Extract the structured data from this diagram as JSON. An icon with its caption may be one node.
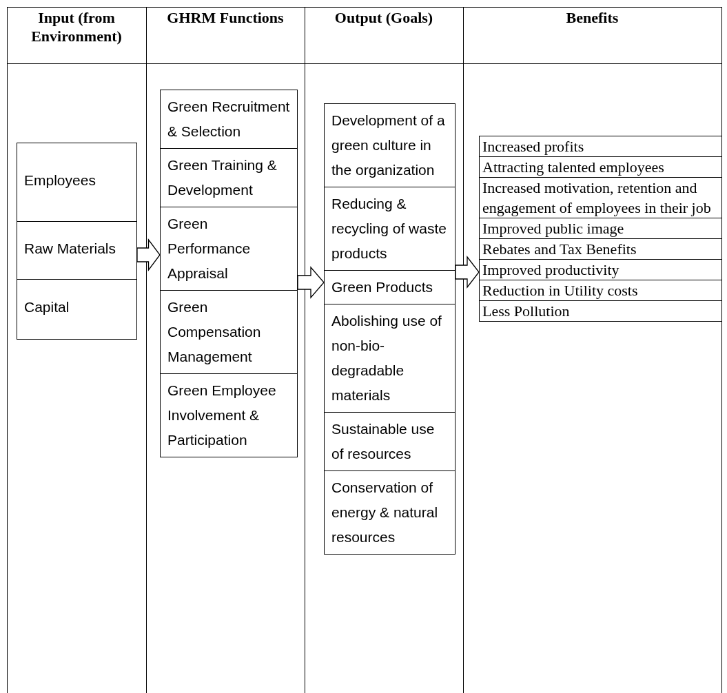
{
  "diagram": {
    "nodes": [
      {
        "text": [],
        "shape": "box"
      },
      {
        "text": [
          "Employees"
        ],
        "in": 0
      },
      {
        "text": [
          "Raw Materials"
        ],
        "in": 0
      },
      {
        "text": [
          "Capital"
        ],
        "in": 0
      },
      {
        "text": [],
        "shape": "box"
      },
      {
        "text": [
          "Green Recruitment & Selection"
        ],
        "in": 4
      },
      {
        "text": [
          "Green Training & Development"
        ],
        "in": 4
      },
      {
        "text": [
          "Green Performance Appraisal"
        ],
        "in": 4
      },
      {
        "text": [
          "Green Compensation Management"
        ],
        "in": 4
      },
      {
        "text": [
          "Green Employee Involvement & Participation"
        ],
        "in": 4
      },
      {
        "text": [],
        "shape": "box"
      },
      {
        "text": [
          "Development of a green culture in the organization"
        ],
        "in": 10
      },
      {
        "text": [
          "Reducing & recycling of waste products"
        ],
        "in": 10
      },
      {
        "text": [
          "Green Products"
        ],
        "in": 10
      },
      {
        "text": [
          "Abolishing use of non-bio-degradable materials"
        ],
        "in": 10
      },
      {
        "text": [
          "Sustainable use of resources"
        ],
        "in": 10
      },
      {
        "text": [
          "Conservation of energy & natural resources"
        ],
        "in": 10
      },
      {
        "text": [],
        "shape": "box"
      },
      {
        "text": [
          "Increased profits"
        ],
        "in": 17
      },
      {
        "text": [
          "Attracting talented employees"
        ],
        "in": 17
      },
      {
        "text": [
          "Increased motivation, retention and engagement of employees in their job"
        ],
        "in": 17
      },
      {
        "text": [
          "Improved public image"
        ],
        "in": 17
      },
      {
        "text": [
          "Rebates and Tax Benefits"
        ],
        "in": 17
      },
      {
        "text": [
          "Improved productivity"
        ],
        "in": 17
      },
      {
        "text": [
          "Reduction in Utility costs"
        ],
        "in": 17
      },
      {
        "text": [
          "Less Pollution"
        ],
        "in": 17
      }
    ],
    "edges": [
      {
        "from": 0,
        "to": 4,
        "arrow": "to"
      },
      {
        "from": 4,
        "to": 10,
        "arrow": "to"
      },
      {
        "from": 10,
        "to": 17,
        "arrow": "to"
      }
    ],
    "labels": [
      "Input (from Environment)",
      "GHRM Functions",
      "Output (Goals)",
      "Benefits"
    ]
  }
}
